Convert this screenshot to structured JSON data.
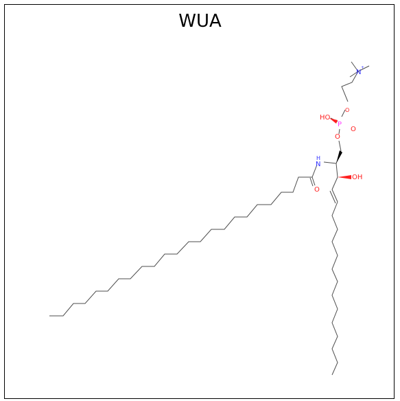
{
  "title": "WUA",
  "colors": {
    "bond": "#4d4d4d",
    "nitrogen": "#3030ff",
    "oxygen": "#ff2020",
    "phosphorus": "#ff40ff",
    "atom_label": "#5fbf3f"
  },
  "atoms": {
    "n_plus": "N",
    "plus_sign": "+",
    "ho": "HO",
    "p": "P",
    "o_ether1": "O",
    "o_ether2": "O",
    "o_double": "O",
    "nh": "H",
    "n_amide": "N",
    "o_amide": "O",
    "oh": "OH"
  }
}
